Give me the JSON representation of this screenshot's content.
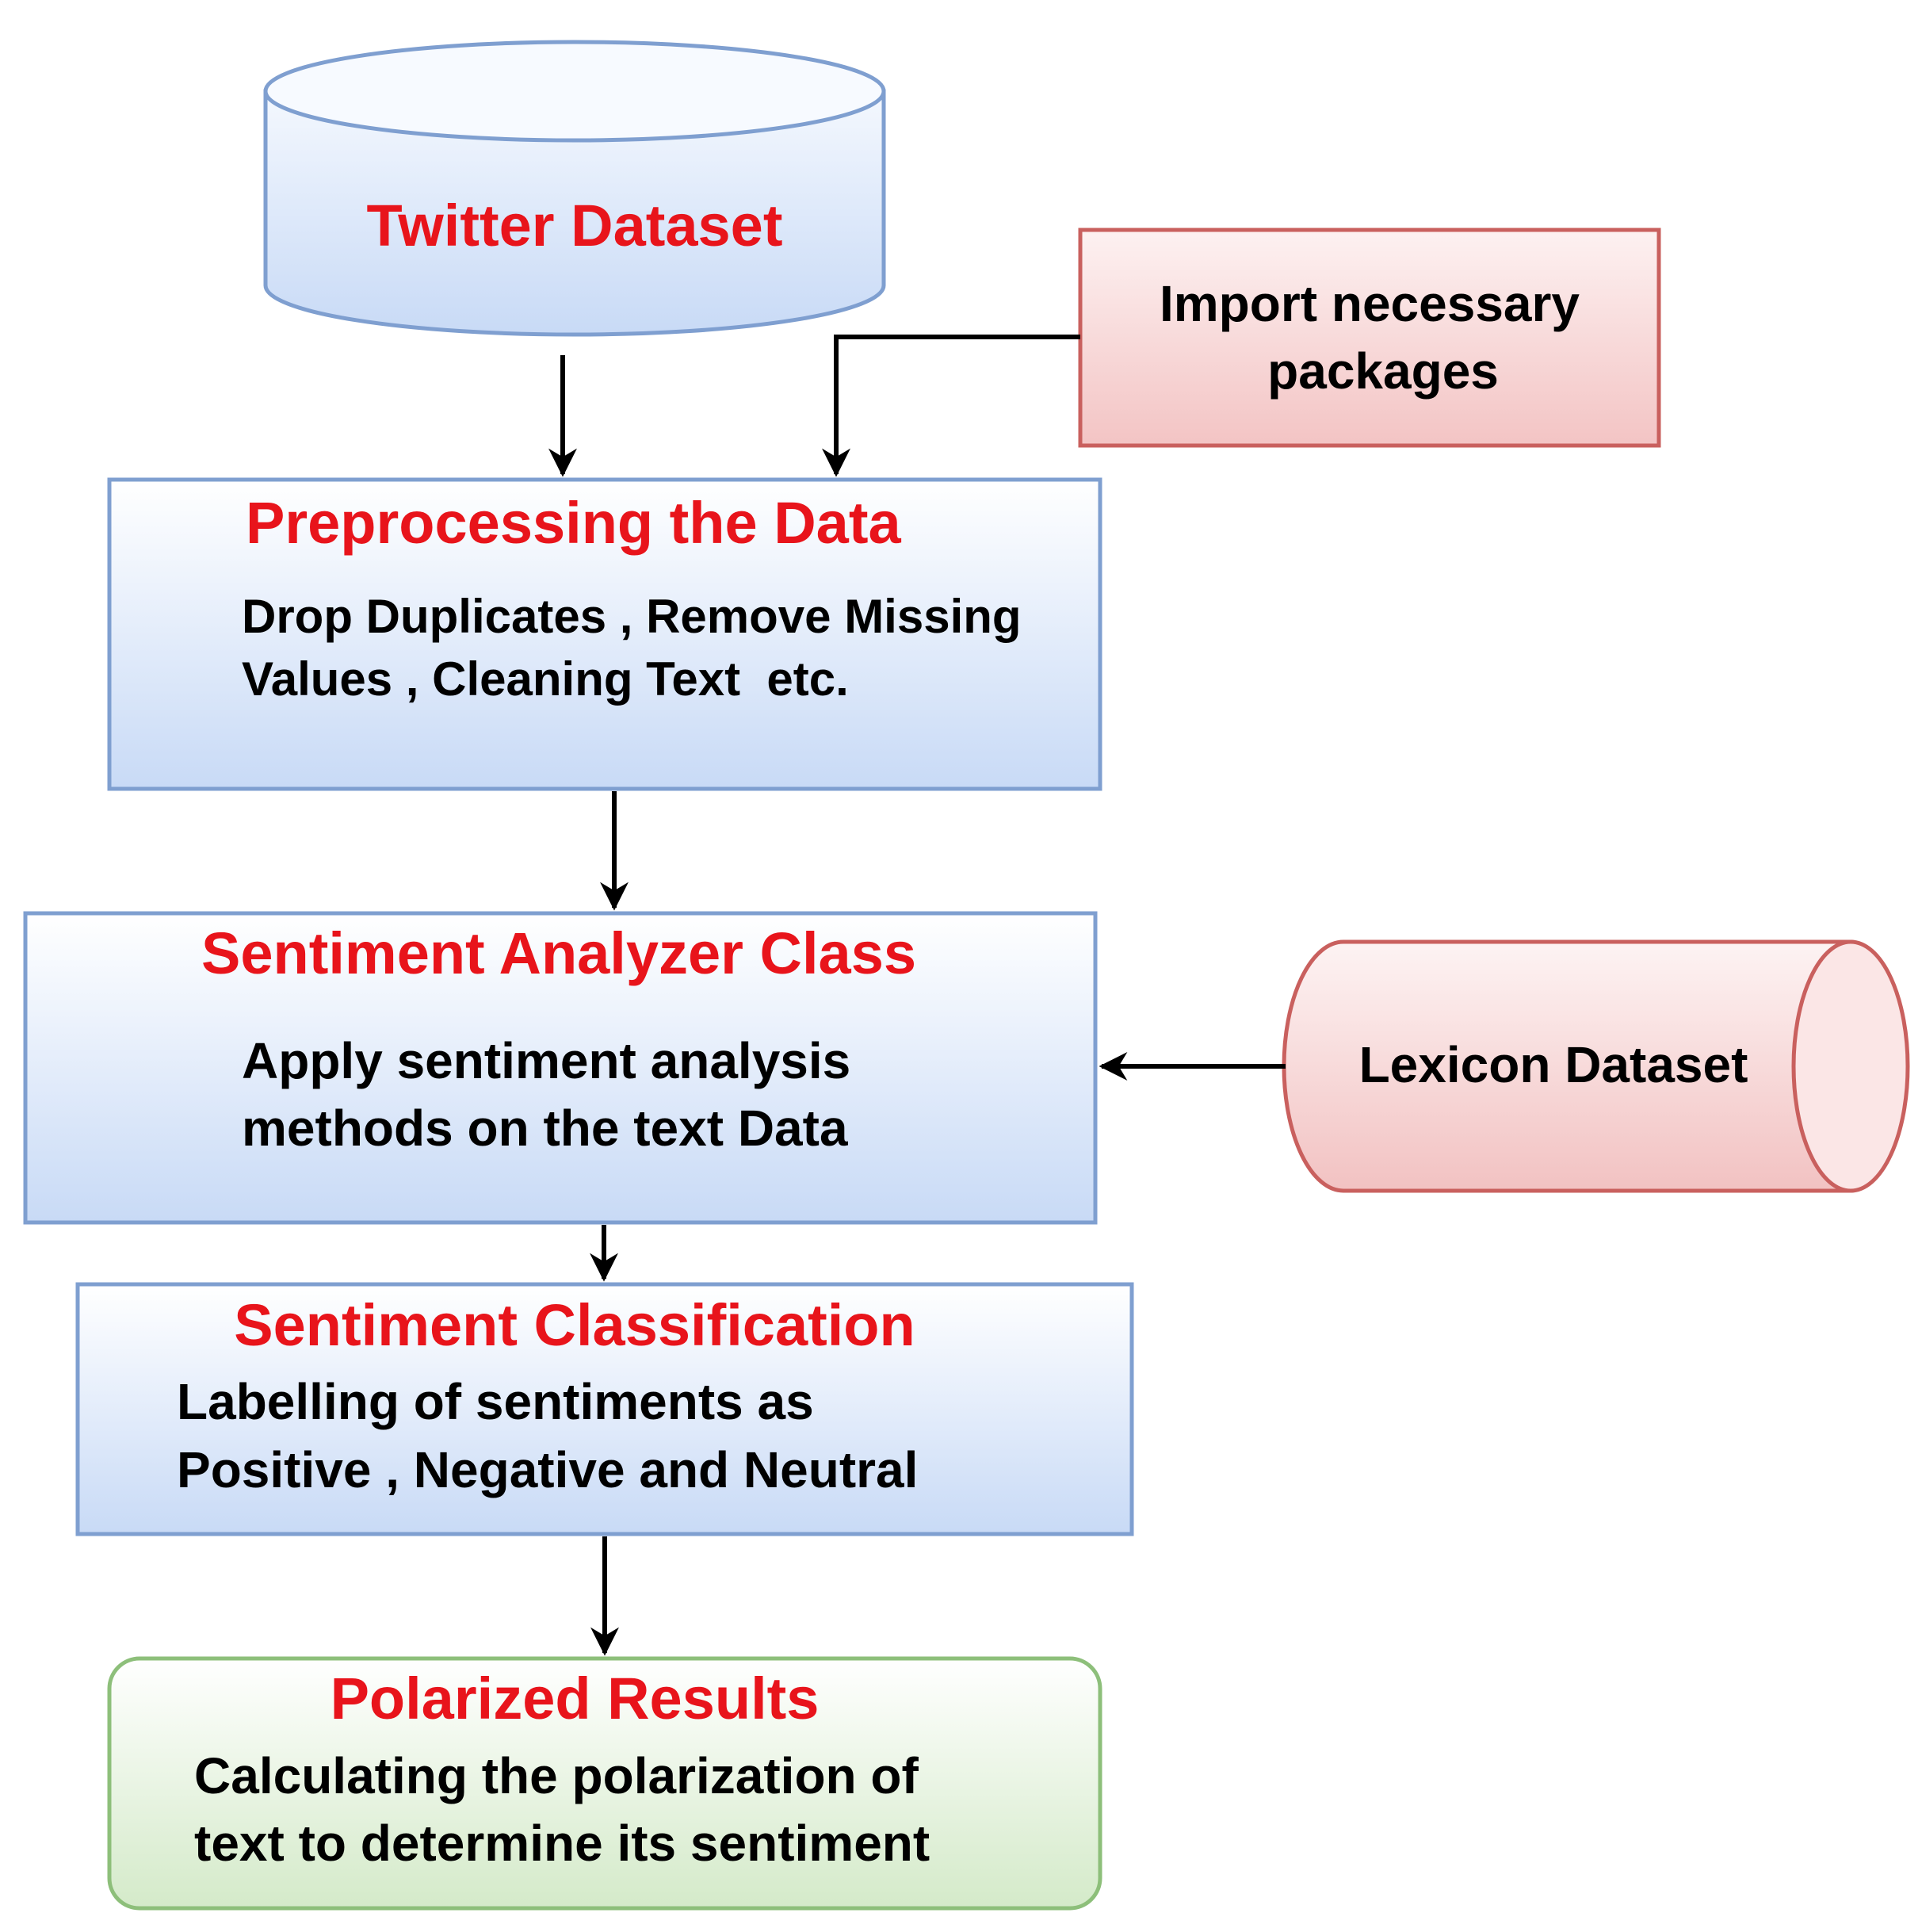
{
  "nodes": {
    "twitter": {
      "title": "Twitter Dataset"
    },
    "import": {
      "line1": "Import necessary",
      "line2": "packages"
    },
    "preprocess": {
      "title": "Preprocessing the Data",
      "line1": "Drop Duplicates , Remove Missing",
      "line2": "Values , Cleaning Text  etc."
    },
    "analyzer": {
      "title": "Sentiment Analyzer Class",
      "line1": "Apply sentiment analysis",
      "line2": "methods on the text Data"
    },
    "lexicon": {
      "title": "Lexicon Dataset"
    },
    "classification": {
      "title": "Sentiment Classification",
      "line1": "Labelling of sentiments as",
      "line2": "Positive , Negative and Neutral"
    },
    "results": {
      "title": "Polarized Results",
      "line1": "Calculating the polarization of",
      "line2": "text to determine its sentiment"
    }
  },
  "edges": [
    {
      "from": "twitter",
      "to": "preprocess"
    },
    {
      "from": "import",
      "to": "preprocess"
    },
    {
      "from": "preprocess",
      "to": "analyzer"
    },
    {
      "from": "lexicon",
      "to": "analyzer"
    },
    {
      "from": "analyzer",
      "to": "classification"
    },
    {
      "from": "classification",
      "to": "results"
    }
  ],
  "colors": {
    "blue_border": "#7f9fd0",
    "blue_fill_top": "#ffffff",
    "blue_fill_bottom": "#c8daf6",
    "red_border": "#c9605e",
    "red_fill_top": "#fdf1f1",
    "red_fill_bottom": "#f3c4c4",
    "green_border": "#8dbf7a",
    "green_fill_top": "#ffffff",
    "green_fill_bottom": "#d4eac9",
    "title_red": "#e8141b"
  }
}
